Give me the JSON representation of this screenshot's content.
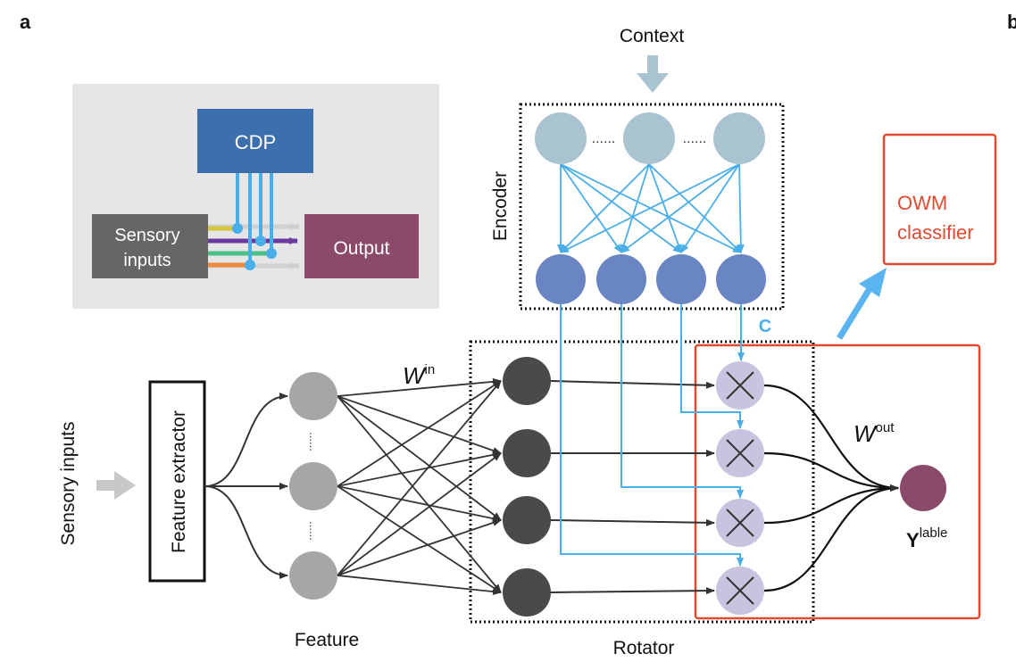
{
  "panel_labels": {
    "a": "a",
    "b_partial": "b"
  },
  "inset": {
    "cdp_label": "CDP",
    "sensory_line1": "Sensory",
    "sensory_line2": "inputs",
    "output_label": "Output",
    "colors": {
      "background": "#e6e6e6",
      "cdp": "#3b6fae",
      "sensory": "#666666",
      "output": "#8c4a6a",
      "connector": "#4aaee8"
    }
  },
  "encoder": {
    "context_label": "Context",
    "encoder_label": "Encoder",
    "dots": "......",
    "c_label": "C"
  },
  "owm": {
    "line1": "OWM",
    "line2": "classifier",
    "color": "#e04a2f"
  },
  "main": {
    "sensory_inputs_label": "Sensory inputs",
    "feature_extractor_label": "Feature extractor",
    "feature_label": "Feature",
    "rotator_label": "Rotator",
    "w_in": {
      "base": "W",
      "sup": "in"
    },
    "w_out": {
      "base": "W",
      "sup": "out"
    },
    "y_label": {
      "base": "Y",
      "sup": "lable"
    },
    "vdots": "......"
  },
  "colors": {
    "context_node": "#a9c3d1",
    "encoder_node": "#6a86c2",
    "feature_node": "#a6a6a6",
    "rotator_node": "#4a4a4a",
    "multiplier_node": "#c9c3df",
    "output_node": "#8c4a6a",
    "blue_line": "#4aaee8",
    "context_arrow": "#a9c3d1",
    "sensory_arrow": "#c8c8c8"
  }
}
